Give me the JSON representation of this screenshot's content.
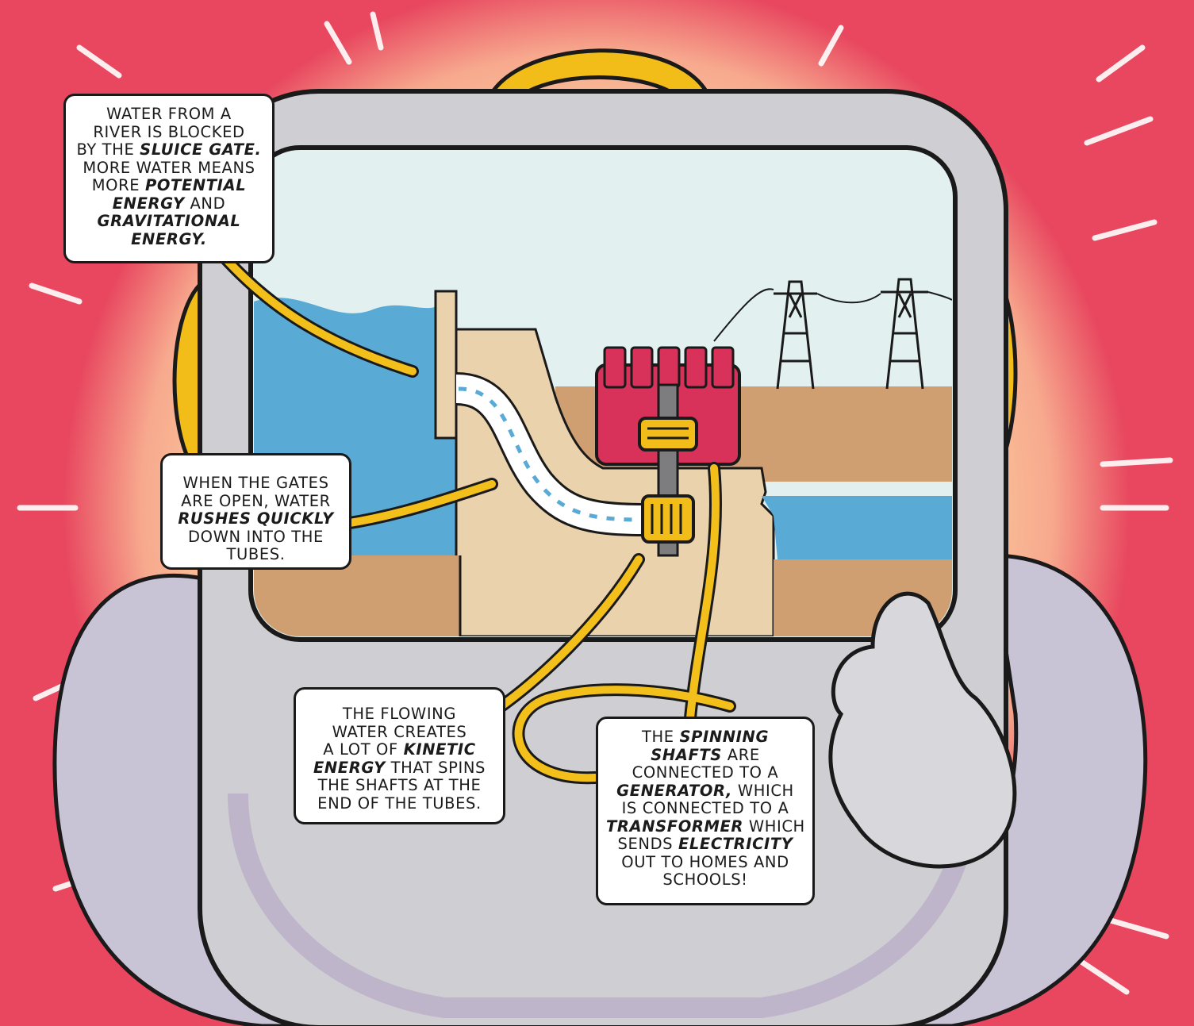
{
  "colors": {
    "background_red": "#e8475f",
    "glow_peach": "#fbd7a0",
    "robot_gray": "#cfcfd3",
    "robot_lavender": "#b8aac8",
    "handle_yellow": "#f2bd18",
    "sky": "#e2f1f0",
    "water": "#5aaad6",
    "dam_beige": "#ead2ad",
    "earth_brown": "#cf9f72",
    "generator_red": "#d8315a",
    "arrow_yellow": "#f3bf1b"
  },
  "captions": {
    "sluice": {
      "lines": [
        [
          {
            "t": "Water from a"
          }
        ],
        [
          {
            "t": "river is blocked"
          }
        ],
        [
          {
            "t": "by the "
          },
          {
            "t": "sluice gate.",
            "em": true
          }
        ],
        [
          {
            "t": "More water means"
          }
        ],
        [
          {
            "t": "more "
          },
          {
            "t": "potential",
            "em": true
          }
        ],
        [
          {
            "t": "energy",
            "em": true
          },
          {
            "t": " and"
          }
        ],
        [
          {
            "t": "gravitational",
            "em": true
          }
        ],
        [
          {
            "t": "energy.",
            "em": true
          }
        ]
      ]
    },
    "gates": {
      "lines": [
        [
          {
            "t": "When the gates"
          }
        ],
        [
          {
            "t": "are open, water"
          }
        ],
        [
          {
            "t": "rushes quickly",
            "em": true
          }
        ],
        [
          {
            "t": "down into the"
          }
        ],
        [
          {
            "t": "tubes."
          }
        ]
      ]
    },
    "kinetic": {
      "lines": [
        [
          {
            "t": "The flowing"
          }
        ],
        [
          {
            "t": "water creates"
          }
        ],
        [
          {
            "t": "a lot of "
          },
          {
            "t": "kinetic",
            "em": true
          }
        ],
        [
          {
            "t": "energy",
            "em": true
          },
          {
            "t": " that spins"
          }
        ],
        [
          {
            "t": "the shafts at the"
          }
        ],
        [
          {
            "t": "end of the tubes."
          }
        ]
      ]
    },
    "generator": {
      "lines": [
        [
          {
            "t": "The "
          },
          {
            "t": "spinning",
            "em": true
          }
        ],
        [
          {
            "t": "shafts",
            "em": true
          },
          {
            "t": " are"
          }
        ],
        [
          {
            "t": "connected to a"
          }
        ],
        [
          {
            "t": "generator,",
            "em": true
          },
          {
            "t": " which"
          }
        ],
        [
          {
            "t": "is connected to a"
          }
        ],
        [
          {
            "t": "transformer",
            "em": true
          },
          {
            "t": " which"
          }
        ],
        [
          {
            "t": "sends "
          },
          {
            "t": "electricity",
            "em": true
          }
        ],
        [
          {
            "t": "out to homes and"
          }
        ],
        [
          {
            "t": "schools!"
          }
        ]
      ]
    }
  }
}
